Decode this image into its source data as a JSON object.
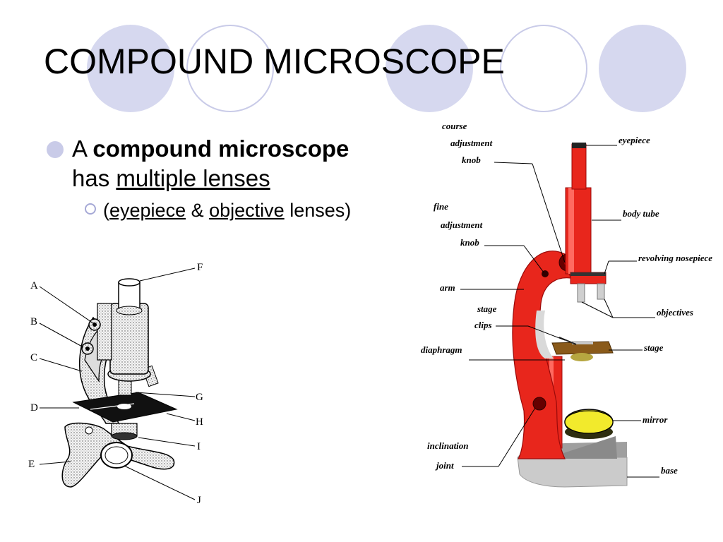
{
  "slide": {
    "title": "COMPOUND MICROSCOPE",
    "bullet": {
      "prefix": "A ",
      "bold": "compound microscope",
      "line2_prefix": "has ",
      "line2_underlined": "multiple lenses"
    },
    "sub_bullet": {
      "open_paren": "(",
      "term1": "eyepiece",
      "amp": " & ",
      "term2": "objective",
      "suffix": " lenses)"
    },
    "colors": {
      "circle_fill": "#d6d8ef",
      "circle_stroke": "#c9cbe8",
      "bullet": "#c9cbe8",
      "microscope_red": "#e8261c",
      "stage_brown": "#8a5a1a",
      "mirror_yellow": "#f2ea2c",
      "base_gray": "#c8c8c8"
    }
  },
  "left_diagram": {
    "labels": [
      "A",
      "B",
      "C",
      "D",
      "E",
      "F",
      "G",
      "H",
      "I",
      "J"
    ]
  },
  "right_diagram": {
    "labels": {
      "course": "course",
      "adjustment": "adjustment",
      "knob": "knob",
      "fine": "fine",
      "fine_adjustment": "adjustment",
      "fine_knob": "knob",
      "arm": "arm",
      "stage": "stage",
      "clips": "clips",
      "diaphragm": "diaphragm",
      "inclination": "inclination",
      "joint": "joint",
      "eyepiece": "eyepiece",
      "body_tube": "body tube",
      "revolving_nosepiece": "revolving nosepiece",
      "objectives": "objectives",
      "stage_r": "stage",
      "mirror": "mirror",
      "base": "base"
    }
  }
}
